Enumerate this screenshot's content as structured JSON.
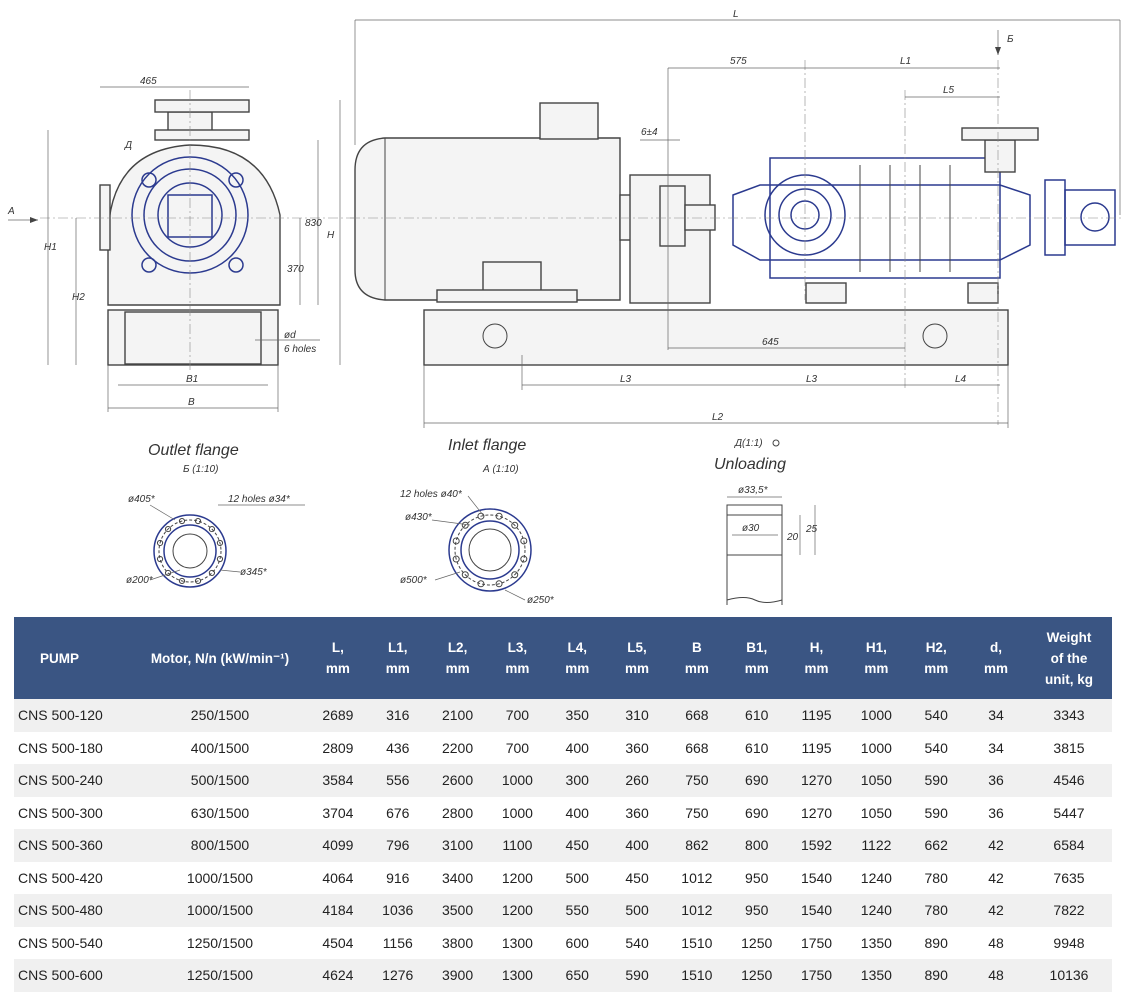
{
  "drawing": {
    "labels": {
      "L": "L",
      "L1": "L1",
      "L2": "L2",
      "L3": "L3",
      "L4": "L4",
      "L5": "L5",
      "B": "B",
      "B1": "B1",
      "H": "H",
      "H1": "H1",
      "H2": "H2",
      "d465": "465",
      "d830": "830",
      "d370": "370",
      "d575": "575",
      "d645": "645",
      "d6x4": "6±4",
      "holes_d": "ød",
      "holes6": "6 holes",
      "viewA": "A",
      "viewB": "Б",
      "viewD": "Д"
    },
    "outlet": {
      "title": "Outlet flange",
      "scale": "Б (1:10)",
      "d405": "ø405*",
      "holes": "12 holes ø34*",
      "d345": "ø345*",
      "d200": "ø200*"
    },
    "inlet": {
      "title": "Inlet flange",
      "scale": "А (1:10)",
      "holes": "12 holes ø40*",
      "d430": "ø430*",
      "d500": "ø500*",
      "d250": "ø250*"
    },
    "unloading": {
      "title": "Unloading",
      "scale": "Д(1:1)",
      "d335": "ø33,5*",
      "d30": "ø30",
      "d20": "20",
      "d25": "25"
    }
  },
  "table": {
    "headers": [
      [
        "PUMP"
      ],
      [
        "Motor, N/n (kW/min⁻¹)"
      ],
      [
        "L,",
        "mm"
      ],
      [
        "L1,",
        "mm"
      ],
      [
        "L2,",
        "mm"
      ],
      [
        "L3,",
        "mm"
      ],
      [
        "L4,",
        "mm"
      ],
      [
        "L5,",
        "mm"
      ],
      [
        "B",
        "mm"
      ],
      [
        "B1,",
        "mm"
      ],
      [
        "H,",
        "mm"
      ],
      [
        "H1,",
        "mm"
      ],
      [
        "H2,",
        "mm"
      ],
      [
        "d,",
        "mm"
      ],
      [
        "Weight",
        "of the",
        "unit, kg"
      ]
    ],
    "rows": [
      [
        "CNS 500-120",
        "250/1500",
        "2689",
        "316",
        "2100",
        "700",
        "350",
        "310",
        "668",
        "610",
        "1195",
        "1000",
        "540",
        "34",
        "3343"
      ],
      [
        "CNS 500-180",
        "400/1500",
        "2809",
        "436",
        "2200",
        "700",
        "400",
        "360",
        "668",
        "610",
        "1195",
        "1000",
        "540",
        "34",
        "3815"
      ],
      [
        "CNS 500-240",
        "500/1500",
        "3584",
        "556",
        "2600",
        "1000",
        "300",
        "260",
        "750",
        "690",
        "1270",
        "1050",
        "590",
        "36",
        "4546"
      ],
      [
        "CNS 500-300",
        "630/1500",
        "3704",
        "676",
        "2800",
        "1000",
        "400",
        "360",
        "750",
        "690",
        "1270",
        "1050",
        "590",
        "36",
        "5447"
      ],
      [
        "CNS 500-360",
        "800/1500",
        "4099",
        "796",
        "3100",
        "1100",
        "450",
        "400",
        "862",
        "800",
        "1592",
        "1122",
        "662",
        "42",
        "6584"
      ],
      [
        "CNS 500-420",
        "1000/1500",
        "4064",
        "916",
        "3400",
        "1200",
        "500",
        "450",
        "1012",
        "950",
        "1540",
        "1240",
        "780",
        "42",
        "7635"
      ],
      [
        "CNS 500-480",
        "1000/1500",
        "4184",
        "1036",
        "3500",
        "1200",
        "550",
        "500",
        "1012",
        "950",
        "1540",
        "1240",
        "780",
        "42",
        "7822"
      ],
      [
        "CNS 500-540",
        "1250/1500",
        "4504",
        "1156",
        "3800",
        "1300",
        "600",
        "540",
        "1510",
        "1250",
        "1750",
        "1350",
        "890",
        "48",
        "9948"
      ],
      [
        "CNS 500-600",
        "1250/1500",
        "4624",
        "1276",
        "3900",
        "1300",
        "650",
        "590",
        "1510",
        "1250",
        "1750",
        "1350",
        "890",
        "48",
        "10136"
      ]
    ]
  },
  "colors": {
    "header_bg": "#3a5583",
    "line": "#444444",
    "accent_line": "#2b3a8f",
    "row_alt": "#f0f0f0"
  }
}
